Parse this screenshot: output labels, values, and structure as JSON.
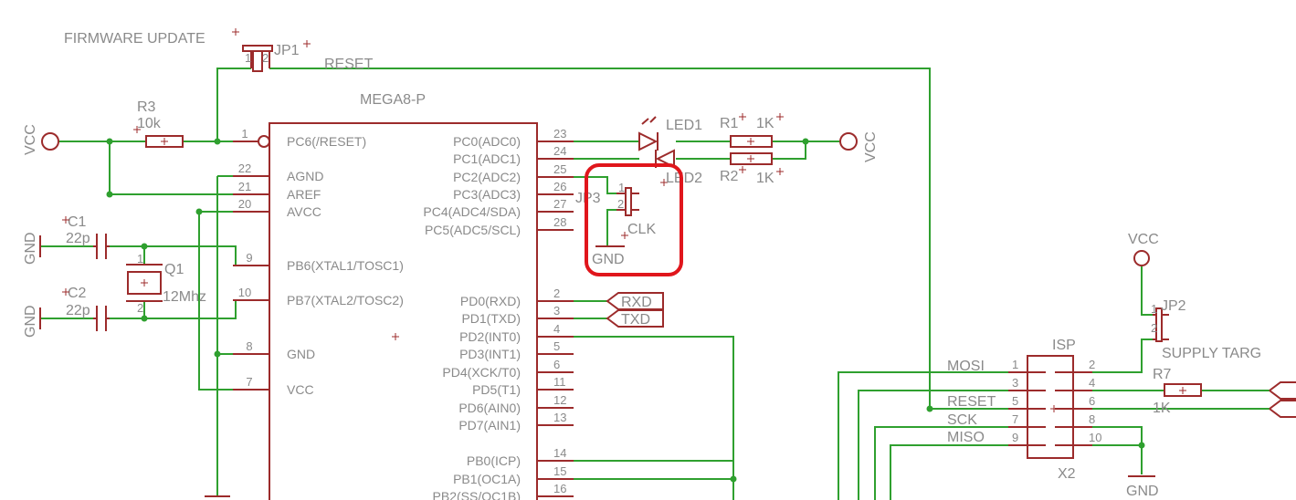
{
  "labels": {
    "firmware_update": "FIRMWARE UPDATE",
    "jp1": "JP1",
    "reset_net": "RESET",
    "mega": "MEGA8-P",
    "r3": "R3",
    "r3_val": "10k",
    "vcc": "VCC",
    "gnd": "GND",
    "c1": "C1",
    "c2": "C2",
    "c_val": "22p",
    "q1": "Q1",
    "q1_val": "12Mhz",
    "led1": "LED1",
    "led2": "LED2",
    "r1": "R1",
    "r2": "R2",
    "r_val": "1K",
    "jp3": "JP3",
    "clk": "CLK",
    "rxd": "RXD",
    "txd": "TXD",
    "jp2": "JP2",
    "supply": "SUPPLY TARG",
    "isp": "ISP",
    "x2": "X2",
    "r7": "R7",
    "r7_val": "1K",
    "mosi": "MOSI",
    "reset_isp": "RESET",
    "sck": "SCK",
    "miso": "MISO"
  },
  "mcu_left": [
    {
      "num": "1",
      "name": "PC6(/RESET)"
    },
    {
      "num": "22",
      "name": "AGND"
    },
    {
      "num": "21",
      "name": "AREF"
    },
    {
      "num": "20",
      "name": "AVCC"
    },
    {
      "num": "9",
      "name": "PB6(XTAL1/TOSC1)"
    },
    {
      "num": "10",
      "name": "PB7(XTAL2/TOSC2)"
    },
    {
      "num": "8",
      "name": "GND"
    },
    {
      "num": "7",
      "name": "VCC"
    }
  ],
  "mcu_right": [
    {
      "num": "23",
      "name": "PC0(ADC0)"
    },
    {
      "num": "24",
      "name": "PC1(ADC1)"
    },
    {
      "num": "25",
      "name": "PC2(ADC2)"
    },
    {
      "num": "26",
      "name": "PC3(ADC3)"
    },
    {
      "num": "27",
      "name": "PC4(ADC4/SDA)"
    },
    {
      "num": "28",
      "name": "PC5(ADC5/SCL)"
    },
    {
      "num": "2",
      "name": "PD0(RXD)"
    },
    {
      "num": "3",
      "name": "PD1(TXD)"
    },
    {
      "num": "4",
      "name": "PD2(INT0)"
    },
    {
      "num": "5",
      "name": "PD3(INT1)"
    },
    {
      "num": "6",
      "name": "PD4(XCK/T0)"
    },
    {
      "num": "11",
      "name": "PD5(T1)"
    },
    {
      "num": "12",
      "name": "PD6(AIN0)"
    },
    {
      "num": "13",
      "name": "PD7(AIN1)"
    },
    {
      "num": "14",
      "name": "PB0(ICP)"
    },
    {
      "num": "15",
      "name": "PB1(OC1A)"
    },
    {
      "num": "16",
      "name": "PB2(SS/OC1B)"
    }
  ],
  "isp_pins": {
    "p1": "1",
    "p2": "2",
    "p3": "3",
    "p4": "4",
    "p5": "5",
    "p6": "6",
    "p7": "7",
    "p8": "8",
    "p9": "9",
    "p10": "10"
  },
  "jp_pins": {
    "one": "1",
    "two": "2"
  },
  "colors": {
    "part": "#9c2b2b",
    "wire": "#2fa02f",
    "text": "#8a8a8a",
    "highlight": "#e0161c"
  }
}
